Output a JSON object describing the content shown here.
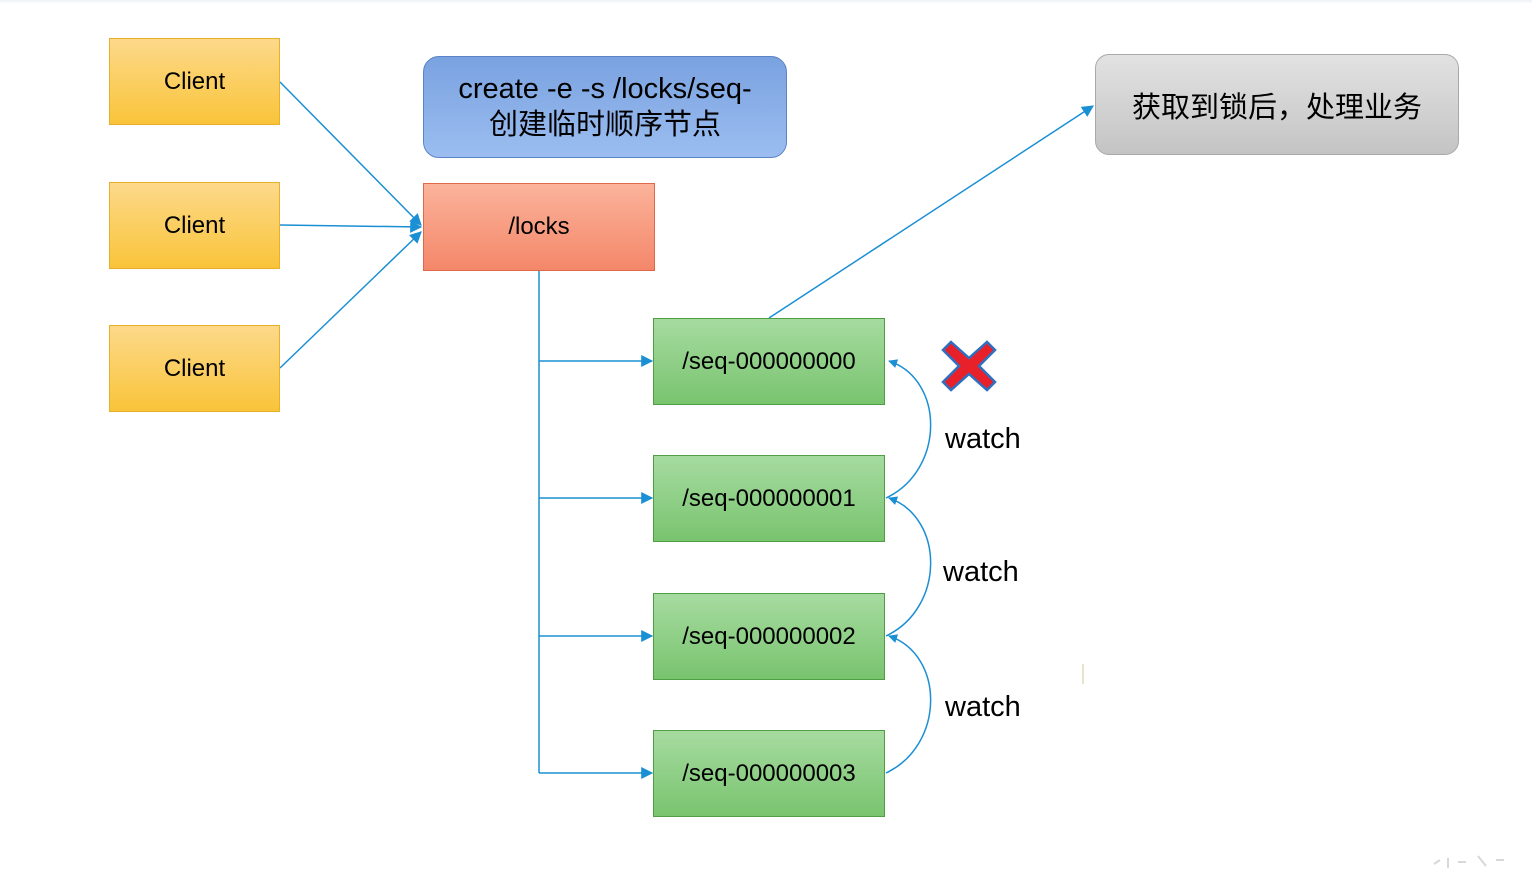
{
  "clients": [
    "Client",
    "Client",
    "Client"
  ],
  "create_box": {
    "line1": "create -e -s /locks/seq-",
    "line2": "创建临时顺序节点"
  },
  "locks_label": "/locks",
  "done_box": "获取到锁后，处理业务",
  "seq_nodes": [
    "/seq-000000000",
    "/seq-000000001",
    "/seq-000000002",
    "/seq-000000003"
  ],
  "watch_labels": [
    "watch",
    "watch",
    "watch"
  ],
  "status_icon": "red-x-icon",
  "colors": {
    "client": "#f9c43a",
    "locks": "#f4876a",
    "create": "#8fb1ea",
    "done": "#cccccc",
    "seq": "#8fd087",
    "connector": "#1a8fd4",
    "x": "#e8202a"
  }
}
